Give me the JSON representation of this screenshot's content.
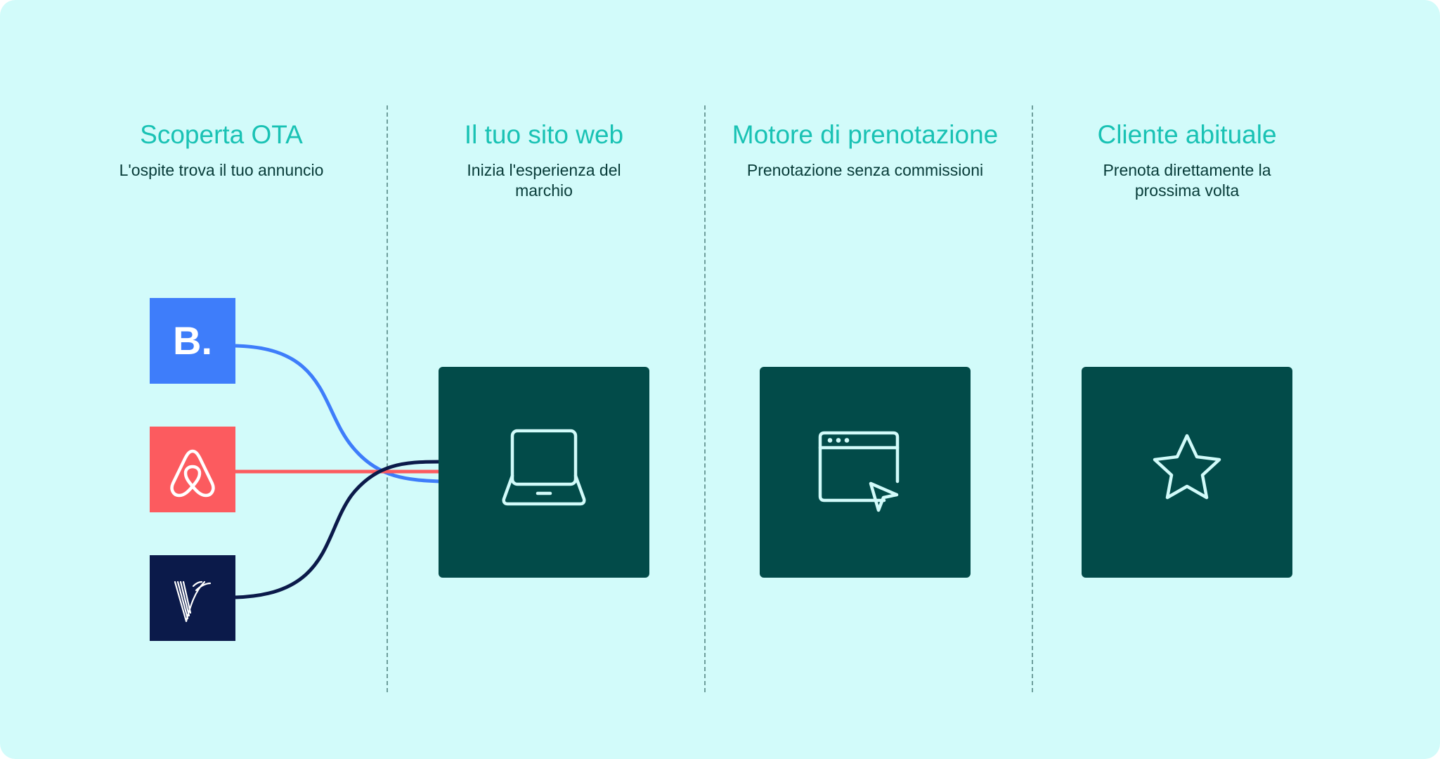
{
  "columns": [
    {
      "title": "Scoperta OTA",
      "subtitle": "L'ospite trova il tuo annuncio"
    },
    {
      "title": "Il tuo sito web",
      "subtitle": "Inizia l'esperienza del marchio"
    },
    {
      "title": "Motore di prenotazione",
      "subtitle": "Prenotazione senza commissioni"
    },
    {
      "title": "Cliente abituale",
      "subtitle": "Prenota direttamente la prossima volta"
    }
  ],
  "ota_logos": [
    {
      "label": "B.",
      "icon": "booking-logo-icon",
      "color": "#3e7dfa"
    },
    {
      "label": "",
      "icon": "airbnb-logo-icon",
      "color": "#fc5b5f"
    },
    {
      "label": "",
      "icon": "vrbo-logo-icon",
      "color": "#0b1a4a"
    }
  ],
  "cards": [
    {
      "icon": "laptop-icon"
    },
    {
      "icon": "browser-cursor-icon"
    },
    {
      "icon": "star-icon"
    }
  ],
  "colors": {
    "background": "#d2fbfa",
    "title": "#19c2b4",
    "subtitle": "#073b38",
    "card": "#024b49",
    "icon_stroke": "#d2fbfa",
    "divider": "#6e9e9c"
  }
}
